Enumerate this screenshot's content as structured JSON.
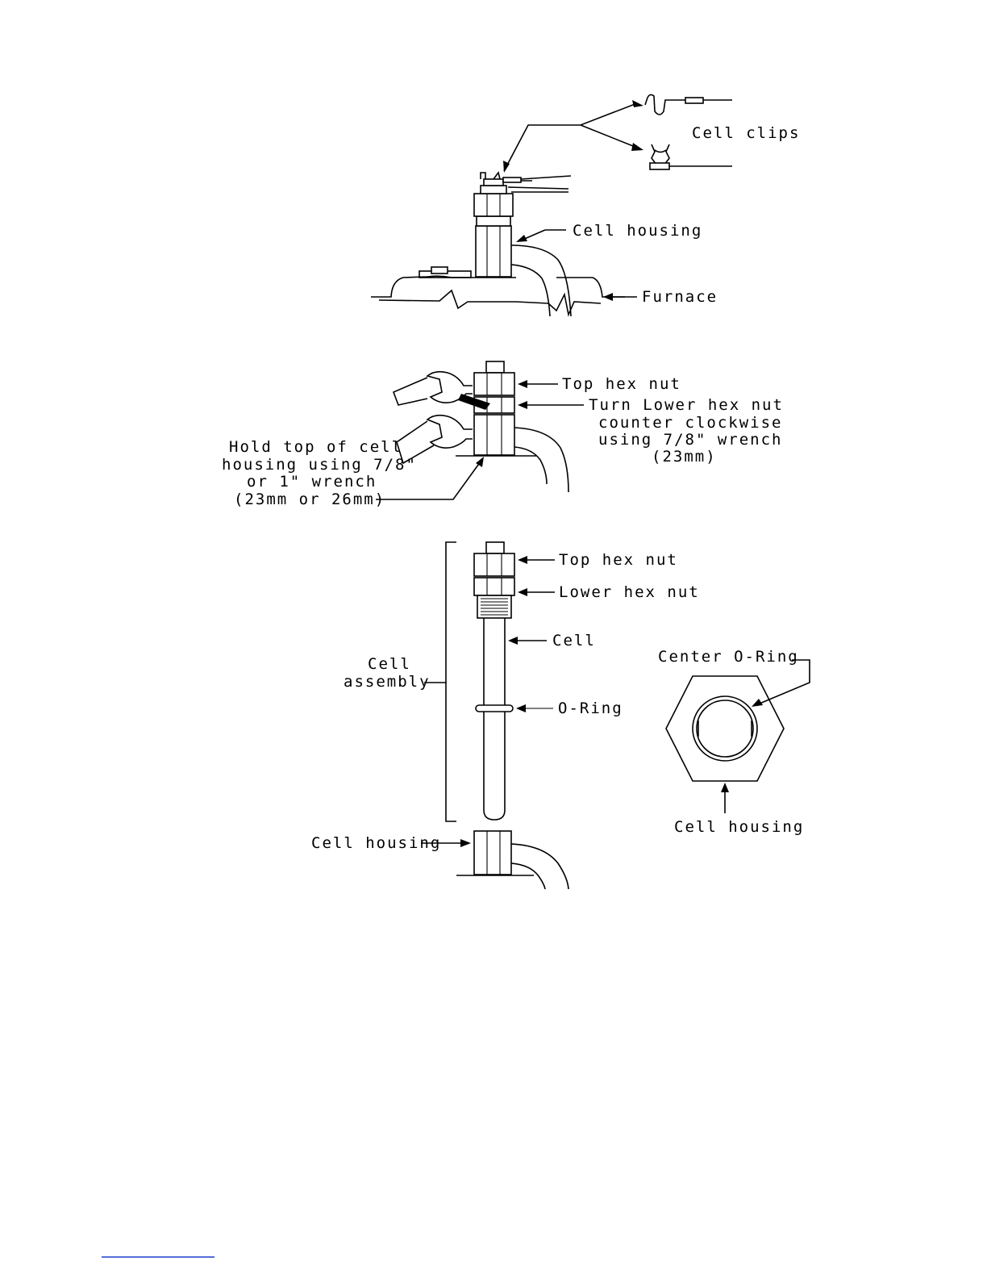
{
  "figure1": {
    "cell_clips": "Cell clips",
    "cell_housing": "Cell housing",
    "furnace": "Furnace"
  },
  "figure2": {
    "top_hex_nut": "Top hex nut",
    "turn_lines": [
      "Turn Lower hex nut",
      "counter clockwise",
      "using 7/8\" wrench",
      "(23mm)"
    ],
    "hold_lines": [
      "Hold top of cell",
      "housing using 7/8\"",
      "or 1\" wrench",
      "(23mm or 26mm)"
    ]
  },
  "figure3": {
    "top_hex_nut": "Top hex nut",
    "lower_hex_nut": "Lower hex nut",
    "cell": "Cell",
    "cell_assembly_lines": [
      "Cell",
      "assembly"
    ],
    "o_ring": "O-Ring",
    "cell_housing": "Cell housing",
    "center_o_ring": "Center O-Ring",
    "hex_cell_housing": "Cell housing"
  }
}
